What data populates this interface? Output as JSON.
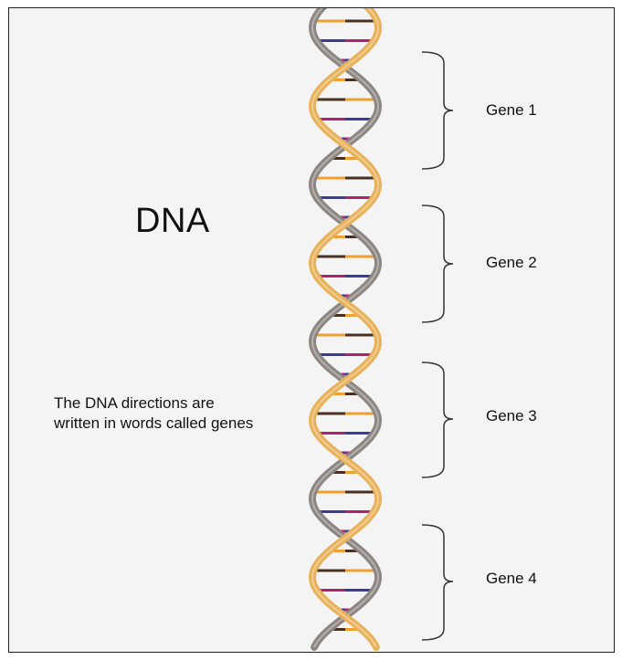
{
  "title": "DNA",
  "caption": {
    "line1": "The DNA directions are",
    "line2": "written in words called genes"
  },
  "genes": [
    {
      "label": "Gene 1"
    },
    {
      "label": "Gene 2"
    },
    {
      "label": "Gene 3"
    },
    {
      "label": "Gene 4"
    }
  ],
  "colors": {
    "background": "#f4f4f4",
    "border": "#222222",
    "strand_gold": "#e8b25a",
    "strand_gray": "#8d8682",
    "base_blue": "#3b3b9c",
    "base_magenta": "#b3206e",
    "base_orange": "#f0a030",
    "base_brown": "#4a3020"
  }
}
